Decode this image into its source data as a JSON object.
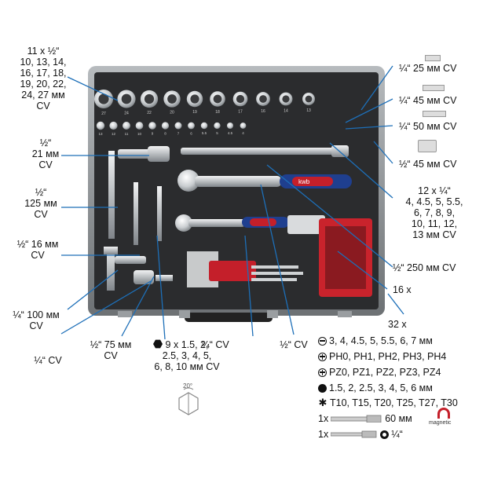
{
  "left_labels": {
    "sockets_half": [
      "11 x ½“",
      "10, 13, 14,",
      "16, 17, 18,",
      "19, 20, 22,",
      "24, 27 мм",
      "CV"
    ],
    "adapter_21": [
      "½“",
      "21 мм",
      "CV"
    ],
    "bar_125": [
      "½“",
      "125 мм",
      "CV"
    ],
    "spark_16": [
      "½“ 16 мм",
      "CV"
    ],
    "ext_100": [
      "¼“ 100 мм",
      "CV"
    ],
    "cv_quarter": [
      "¼“ CV"
    ]
  },
  "bottom_labels": {
    "ext_75": [
      "½“ 75 мм",
      "CV"
    ],
    "hex_keys": [
      "9 x 1.5, 2,",
      "2.5, 3, 4, 5,",
      "6, 8, 10 мм CV"
    ],
    "ratchet_quarter": [
      "¼“ CV"
    ],
    "ratchet_half": [
      "½“ CV"
    ],
    "angle_badge": "20°"
  },
  "right_labels": {
    "ext_25": "¼“ 25 мм CV",
    "ext_45": "¼“ 45 мм CV",
    "ext_50": "¼“ 50 мм CV",
    "adapter_45": [
      "½“ 45 мм CV"
    ],
    "sockets_quarter": [
      "12 x ¼“",
      "4, 4.5, 5, 5.5,",
      "6, 7, 8, 9,",
      "10, 11, 12,",
      "13 мм CV"
    ],
    "bar_250": "½“ 250 мм CV",
    "bits_count": "16 x",
    "bits_total": "32 x"
  },
  "bit_legend": [
    {
      "icon": "slot-icon",
      "text": "3, 4, 4.5, 5, 5.5, 6, 7 мм"
    },
    {
      "icon": "phillips-icon",
      "text": "PH0, PH1, PH2, PH3, PH4"
    },
    {
      "icon": "pozidriv-icon",
      "text": "PZ0, PZ1, PZ2, PZ3, PZ4"
    },
    {
      "icon": "hex-bit-icon",
      "text": "1.5, 2, 2.5, 3, 4, 5, 6 мм"
    },
    {
      "icon": "torx-icon",
      "text": "T10, T15, T20, T25, T27, T30"
    }
  ],
  "accessories": [
    {
      "qty": "1x",
      "text": "60 мм",
      "badge": "magnetic"
    },
    {
      "qty": "1x",
      "text": "¼“"
    }
  ],
  "socket_top_numbers": [
    "27",
    "24",
    "22",
    "20",
    "19",
    "18",
    "17",
    "16",
    "14",
    "13"
  ],
  "socket_small_numbers": [
    "13",
    "12",
    "11",
    "10",
    "9",
    "8",
    "7",
    "6",
    "5.5",
    "5",
    "4.5",
    "4"
  ],
  "brand": "kwb",
  "colors": {
    "case_frame": "#8e9396",
    "foam": "#2b2c2e",
    "handle_blue": "#1f3f8f",
    "handle_red": "#c41f2a",
    "lines": "#1d6fb8"
  }
}
